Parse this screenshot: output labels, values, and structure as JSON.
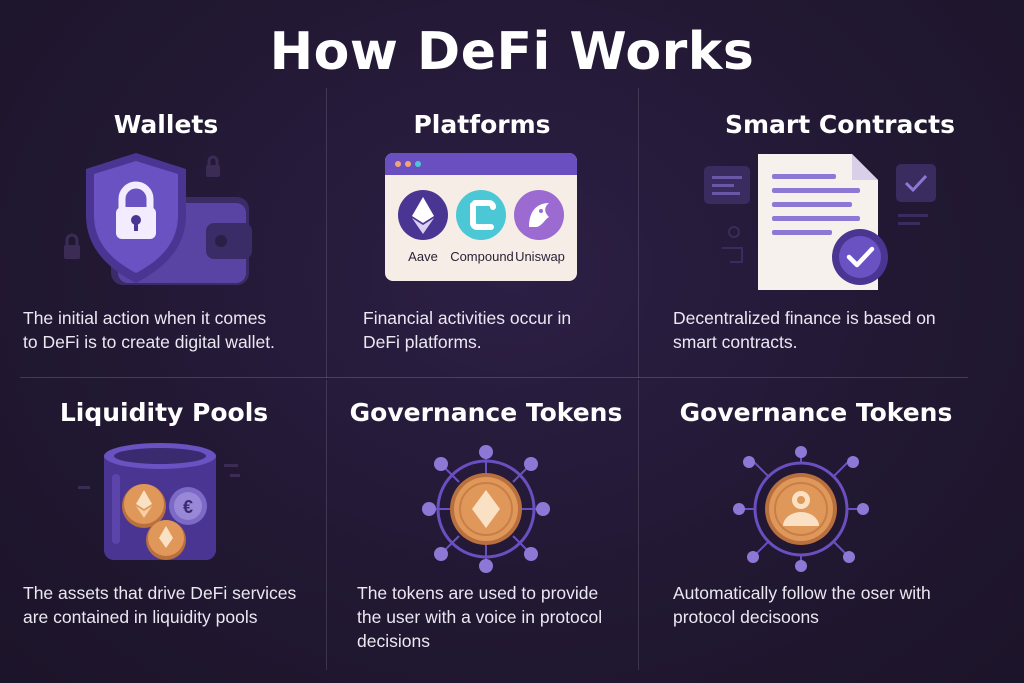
{
  "title": "How DeFi Works",
  "colors": {
    "background": "#221833",
    "accent_purple": "#6a4fc0",
    "accent_orange": "#e0975a",
    "accent_teal": "#4cc7d6"
  },
  "cards": [
    {
      "heading": "Wallets",
      "icon": "shield-lock-wallet-icon",
      "desc_lines": [
        "The initial action when it comes",
        "to DeFi is to create digital wallet."
      ]
    },
    {
      "heading": "Platforms",
      "icon": "browser-window-icon",
      "platforms": [
        "Aave",
        "Compound",
        "Uniswap"
      ],
      "desc_lines": [
        "Financial activities occur in",
        "DeFi platforms."
      ]
    },
    {
      "heading": "Smart Contracts",
      "icon": "contract-document-icon",
      "desc_lines": [
        "Decentralized finance is based on",
        "smart contracts."
      ]
    },
    {
      "heading": "Liquidity Pools",
      "icon": "coin-jar-icon",
      "desc_lines": [
        "The assets that drive DeFi services",
        "are contained in liquidity pools"
      ]
    },
    {
      "heading": "Governance Tokens",
      "icon": "token-network-icon",
      "desc_lines": [
        "The tokens are used to provide",
        "the user with a voice in protocol",
        "decisions"
      ]
    },
    {
      "heading": "Governance Tokens",
      "icon": "user-token-network-icon",
      "desc_lines": [
        "Automatically follow the oser with",
        "protocol decisoons"
      ]
    }
  ]
}
